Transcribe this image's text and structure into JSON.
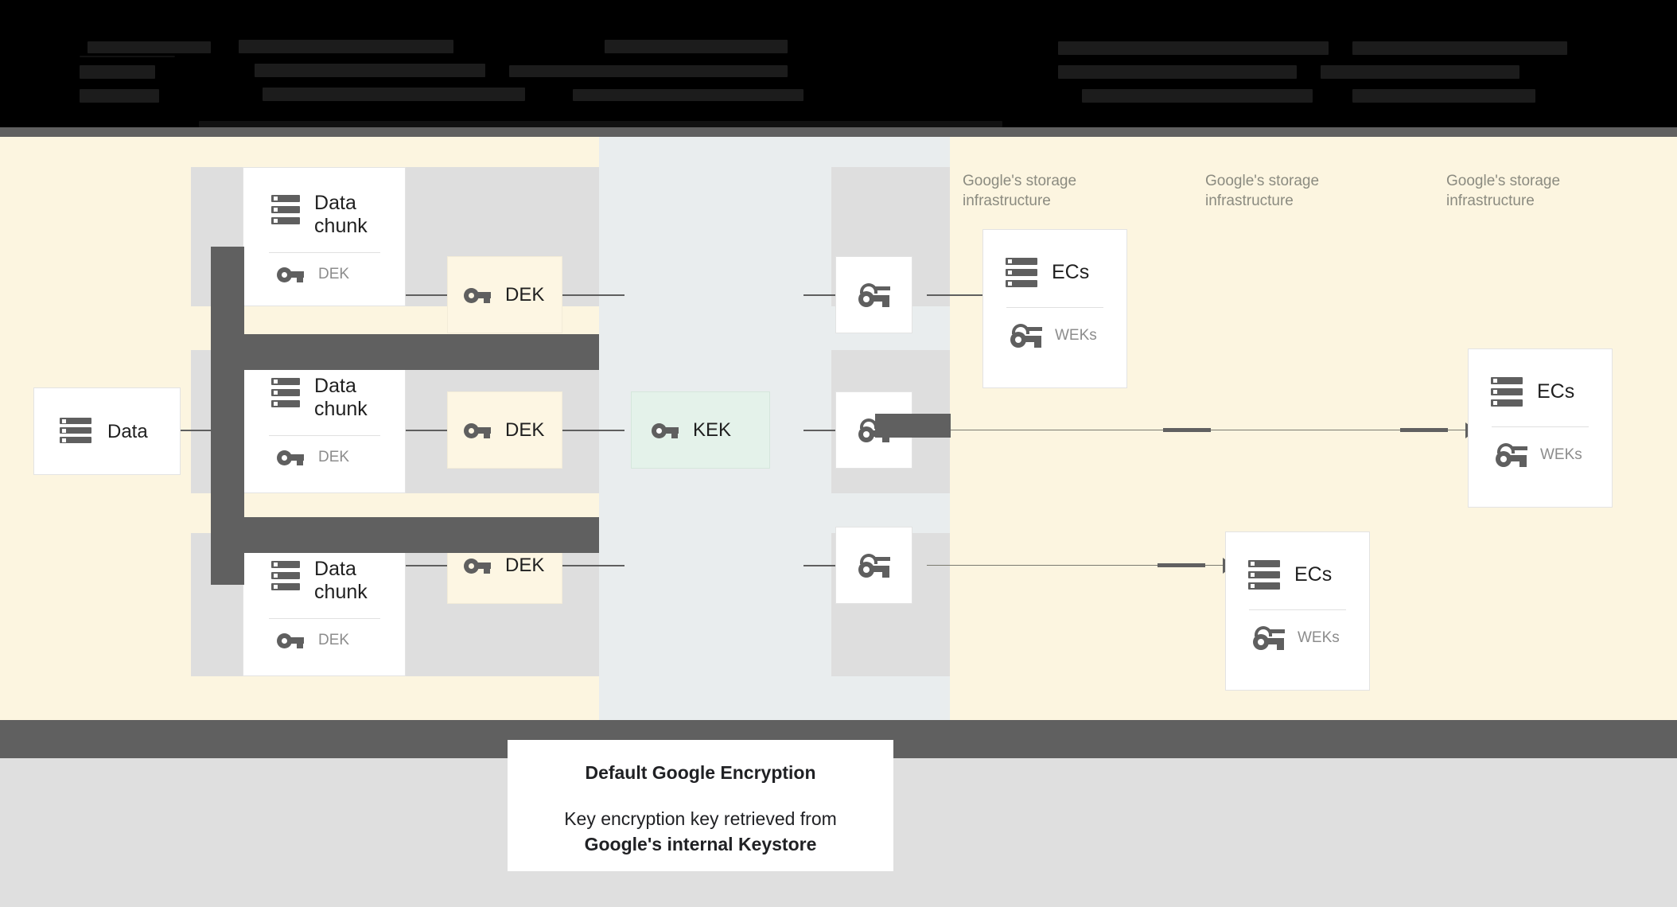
{
  "header": {
    "redacted": true,
    "note": "obscured text band"
  },
  "diagram": {
    "title_source": "Default Google Encryption data flow",
    "source_box": {
      "label": "Data",
      "icon": "server-stack-icon"
    },
    "chunks": [
      {
        "title": "Data chunk",
        "key_label": "DEK",
        "key_icon": "key-icon",
        "icon": "server-stack-icon"
      },
      {
        "title": "Data chunk",
        "key_label": "DEK",
        "key_icon": "key-icon",
        "icon": "server-stack-icon"
      },
      {
        "title": "Data chunk",
        "key_label": "DEK",
        "key_icon": "key-icon",
        "icon": "server-stack-icon"
      }
    ],
    "deks": [
      {
        "label": "DEK",
        "icon": "key-icon"
      },
      {
        "label": "DEK",
        "icon": "key-icon"
      },
      {
        "label": "DEK",
        "icon": "key-icon"
      }
    ],
    "kek": {
      "label": "KEK",
      "icon": "key-icon"
    },
    "wrapped_keys": [
      {
        "icon": "wrapped-key-icon"
      },
      {
        "icon": "wrapped-key-icon"
      },
      {
        "icon": "wrapped-key-icon"
      }
    ],
    "infra_labels": [
      "Google's storage infrastructure",
      "Google's storage infrastructure",
      "Google's storage infrastructure"
    ],
    "ec_boxes": [
      {
        "title": "ECs",
        "key_label": "WEKs",
        "icon": "server-stack-icon",
        "key_icon": "wrapped-key-icon"
      },
      {
        "title": "ECs",
        "key_label": "WEKs",
        "icon": "server-stack-icon",
        "key_icon": "wrapped-key-icon"
      },
      {
        "title": "ECs",
        "key_label": "WEKs",
        "icon": "server-stack-icon",
        "key_icon": "wrapped-key-icon"
      }
    ]
  },
  "caption": {
    "title": "Default Google Encryption",
    "line1": "Key encryption key retrieved from",
    "line2": "Google's internal Keystore"
  },
  "colors": {
    "cream_band": "#fcf5e0",
    "grey_band": "#e9edee",
    "light_grey_band": "#dedede",
    "mask": "#606060",
    "dek_box": "#fdf6e3",
    "kek_box": "#e4f2ea",
    "page_bg": "#dfdfdf",
    "icon_grey": "#5f5f5f",
    "muted_text": "#8b8b80"
  }
}
